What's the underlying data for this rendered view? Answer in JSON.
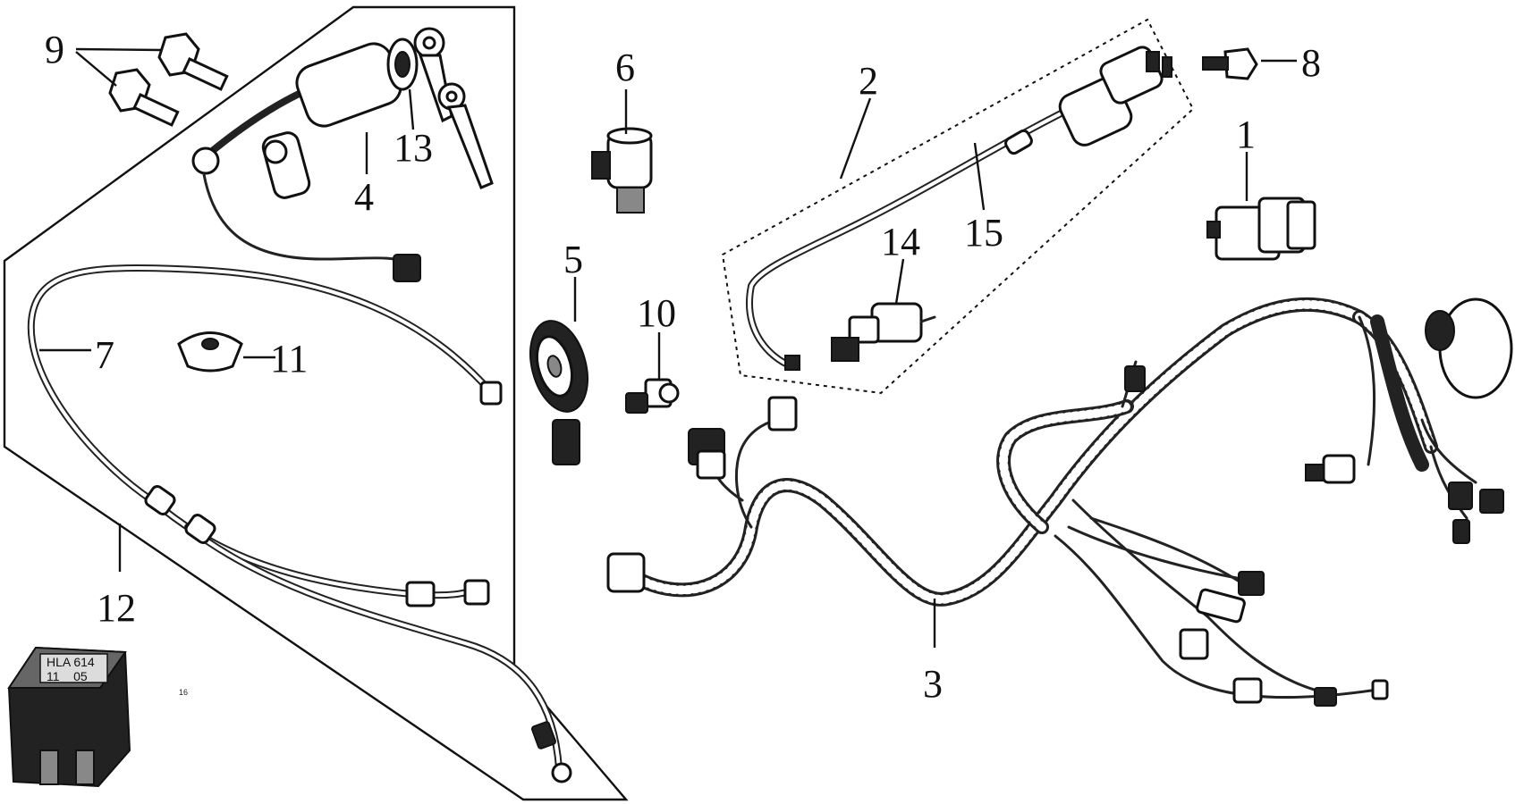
{
  "callouts": {
    "c1": "1",
    "c2": "2",
    "c3": "3",
    "c4": "4",
    "c5": "5",
    "c6": "6",
    "c7": "7",
    "c8": "8",
    "c9": "9",
    "c10": "10",
    "c11": "11",
    "c12": "12",
    "c13": "13",
    "c14": "14",
    "c15": "15",
    "c16": "16"
  },
  "relay_label": {
    "line1": "HLA 614",
    "line2": "11    05"
  }
}
